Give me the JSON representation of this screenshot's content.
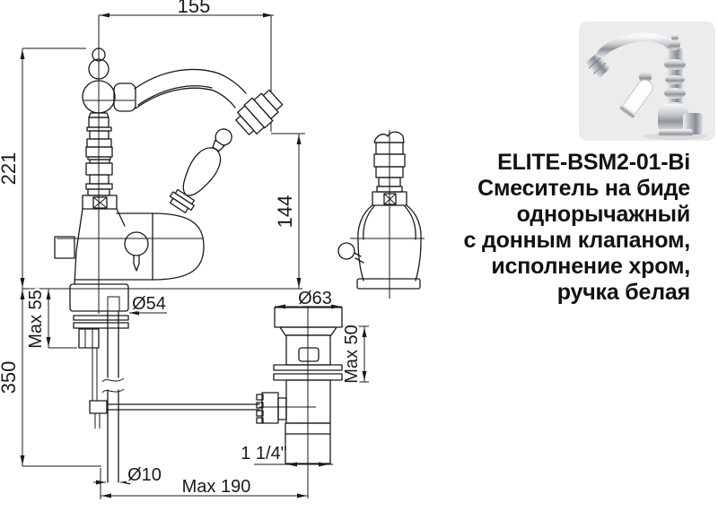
{
  "product": {
    "code": "ELITE-BSM2-01-Bi",
    "description_lines": [
      "Смеситель на биде",
      "однорычажный",
      "с донным клапаном,",
      "исполнение хром,",
      "ручка белая"
    ]
  },
  "dimensions": {
    "spout_reach": "155",
    "body_height": "221",
    "spout_height": "144",
    "deck_max": "Max 55",
    "depth_below": "350",
    "base_diameter": "Ø54",
    "drain_diameter": "Ø63",
    "drain_deck_max": "Max 50",
    "rod_diameter": "Ø10",
    "reach_max": "Max 190",
    "thread": "1 1/4\""
  },
  "colors": {
    "line": "#1a1a1a",
    "photo_background": "#ececec"
  }
}
